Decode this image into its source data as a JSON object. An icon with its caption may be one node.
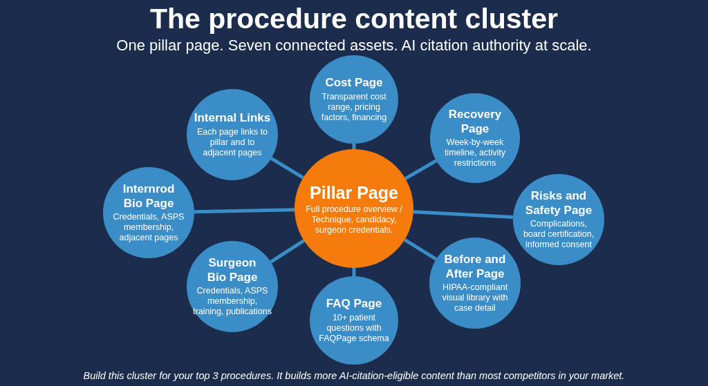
{
  "diagram": {
    "title": "The procedure content cluster",
    "caption": "Build this cluster for your top 3 procedures. It builds more AI-citation-eligible content than most competitors in your market.",
    "nodes": [
      {
        "text": [
          "Pillar Page",
          "Full procedure overview / Technique, candidacy, surgeon credentials."
        ]
      },
      {
        "text": [
          "Cost Page",
          "Transparent cost range, pricing factors, financing"
        ]
      },
      {
        "text": [
          "Recovery Page",
          "Week-by-week timeline, activity restrictions"
        ]
      },
      {
        "text": [
          "Risks and Safety Page",
          "Complications, board certification, informed consent"
        ]
      },
      {
        "text": [
          "Before and After Page",
          "HIPAA-compliant visual library with case detail"
        ]
      },
      {
        "text": [
          "FAQ Page",
          "10+ patient questions with FAQPage schema"
        ]
      },
      {
        "text": [
          "Surgeon Bio Page",
          "Credentials, ASPS membership, training, publications"
        ]
      },
      {
        "text": [
          "Internrod Bio Page",
          "Credentials, ASPS membership, adjacent pages"
        ]
      },
      {
        "text": [
          "Internal Links",
          "Each page links to pillar and to adjacent pages"
        ]
      }
    ],
    "edges": [
      {
        "from": 0,
        "to": 1,
        "arrow": "none"
      },
      {
        "from": 0,
        "to": 2,
        "arrow": "none"
      },
      {
        "from": 0,
        "to": 3,
        "arrow": "none"
      },
      {
        "from": 0,
        "to": 4,
        "arrow": "none"
      },
      {
        "from": 0,
        "to": 5,
        "arrow": "none"
      },
      {
        "from": 0,
        "to": 6,
        "arrow": "none"
      },
      {
        "from": 0,
        "to": 7,
        "arrow": "none"
      },
      {
        "from": 0,
        "to": 8,
        "arrow": "none"
      }
    ],
    "labels": [
      "One pillar page. Seven connected assets. AI citation authority at scale."
    ]
  }
}
